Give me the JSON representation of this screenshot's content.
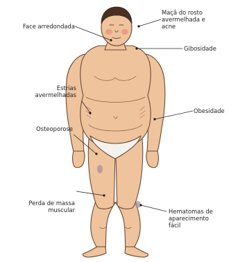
{
  "labels": {
    "face": "Face arredondada",
    "cheek_1": "Maçã do rosto",
    "cheek_2": "avermelhada e",
    "cheek_3": "acne",
    "hump": "Gibosidade",
    "striae_1": "Estrias",
    "striae_2": "avermelhadas",
    "obesity": "Obesidade",
    "osteo": "Osteoporose",
    "muscle_1": "Perda de massa",
    "muscle_2": "muscular",
    "bruise_1": "Hematomas de",
    "bruise_2": "aparecimento",
    "bruise_3": "fácil"
  },
  "colors": {
    "skin": "#efc39c",
    "skin_shadow": "#d9a27c",
    "outline": "#6b4a35",
    "hair": "#4a2f22",
    "underwear": "#f4f2ee",
    "cheek": "#e8866f",
    "bruise": "#a58aa0"
  }
}
